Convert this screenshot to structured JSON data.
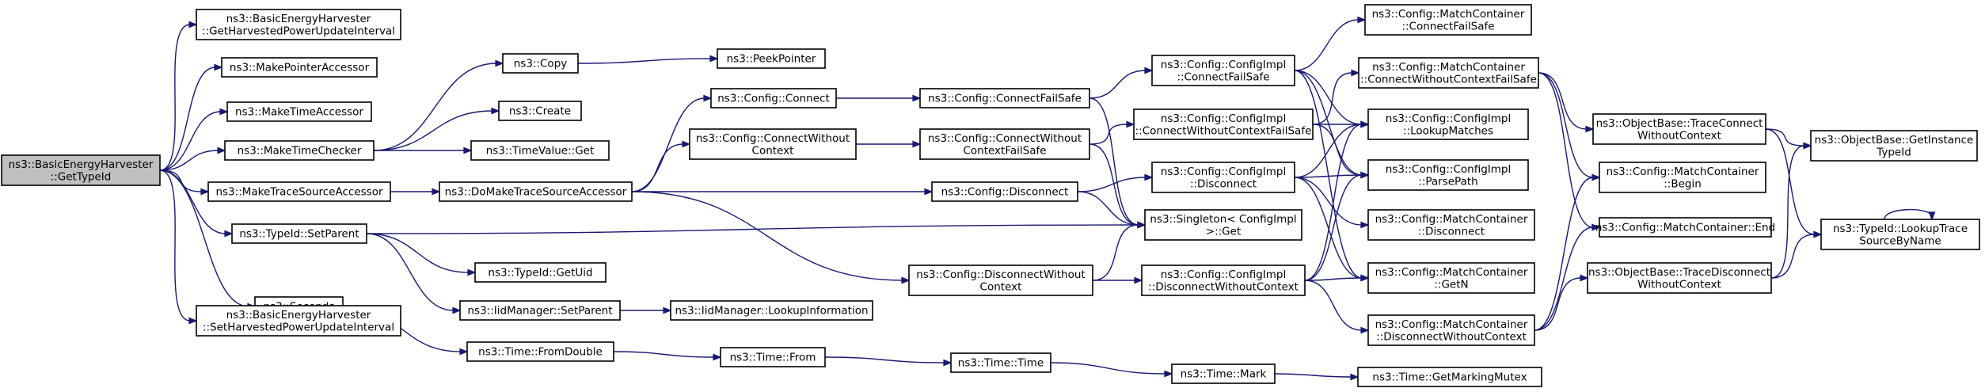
{
  "colors": {
    "edge": "#191970",
    "root_fill": "#bfbfbf",
    "node_fill": "#ffffff",
    "node_border": "#000000"
  },
  "nodes": {
    "root": [
      "ns3::BasicEnergyHarvester",
      "::GetTypeId"
    ],
    "getHarvested": [
      "ns3::BasicEnergyHarvester",
      "::GetHarvestedPowerUpdateInterval"
    ],
    "makePointer": [
      "ns3::MakePointerAccessor"
    ],
    "makeTimeAcc": [
      "ns3::MakeTimeAccessor"
    ],
    "makeTimeChecker": [
      "ns3::MakeTimeChecker"
    ],
    "makeTraceSrc": [
      "ns3::MakeTraceSourceAccessor"
    ],
    "setParent": [
      "ns3::TypeId::SetParent"
    ],
    "seconds": [
      "ns3::Seconds"
    ],
    "setHarvested": [
      "ns3::BasicEnergyHarvester",
      "::SetHarvestedPowerUpdateInterval"
    ],
    "copy": [
      "ns3::Copy"
    ],
    "create": [
      "ns3::Create"
    ],
    "timeValueGet": [
      "ns3::TimeValue::Get"
    ],
    "doMakeTrace": [
      "ns3::DoMakeTraceSourceAccessor"
    ],
    "getUid": [
      "ns3::TypeId::GetUid"
    ],
    "iidSetParent": [
      "ns3::IidManager::SetParent"
    ],
    "fromDouble": [
      "ns3::Time::FromDouble"
    ],
    "peekPointer": [
      "ns3::PeekPointer"
    ],
    "iidLookupInfo": [
      "ns3::IidManager::LookupInformation"
    ],
    "configConnect": [
      "ns3::Config::Connect"
    ],
    "configConnectWOC": [
      "ns3::Config::ConnectWithout",
      "Context"
    ],
    "timeFrom": [
      "ns3::Time::From"
    ],
    "configConnectFS": [
      "ns3::Config::ConnectFailSafe"
    ],
    "configConnectWOCFS": [
      "ns3::Config::ConnectWithout",
      "ContextFailSafe"
    ],
    "configDisconnect": [
      "ns3::Config::Disconnect"
    ],
    "configDisconnectWOC": [
      "ns3::Config::DisconnectWithout",
      "Context"
    ],
    "timeTime": [
      "ns3::Time::Time"
    ],
    "implConnectFS": [
      "ns3::Config::ConfigImpl",
      "::ConnectFailSafe"
    ],
    "implConnectWOCFS": [
      "ns3::Config::ConfigImpl",
      "::ConnectWithoutContextFailSafe"
    ],
    "implDisconnect": [
      "ns3::Config::ConfigImpl",
      "::Disconnect"
    ],
    "singletonGet": [
      "ns3::Singleton< ConfigImpl",
      " >::Get"
    ],
    "implDisconnectWOC": [
      "ns3::Config::ConfigImpl",
      "::DisconnectWithoutContext"
    ],
    "timeMark": [
      "ns3::Time::Mark"
    ],
    "mcConnectFS": [
      "ns3::Config::MatchContainer",
      "::ConnectFailSafe"
    ],
    "mcConnectWOCFS": [
      "ns3::Config::MatchContainer",
      "::ConnectWithoutContextFailSafe"
    ],
    "implLookupMatches": [
      "ns3::Config::ConfigImpl",
      "::LookupMatches"
    ],
    "implParsePath": [
      "ns3::Config::ConfigImpl",
      "::ParsePath"
    ],
    "mcDisconnect": [
      "ns3::Config::MatchContainer",
      "::Disconnect"
    ],
    "mcGetN": [
      "ns3::Config::MatchContainer",
      "::GetN"
    ],
    "mcDisconnectWOC": [
      "ns3::Config::MatchContainer",
      "::DisconnectWithoutContext"
    ],
    "getMarkingMutex": [
      "ns3::Time::GetMarkingMutex"
    ],
    "obTraceConnectWOC": [
      "ns3::ObjectBase::TraceConnect",
      "WithoutContext"
    ],
    "mcBegin": [
      "ns3::Config::MatchContainer",
      "::Begin"
    ],
    "mcEnd": [
      "ns3::Config::MatchContainer::End"
    ],
    "obTraceDisconnectWOC": [
      "ns3::ObjectBase::TraceDisconnect",
      "WithoutContext"
    ],
    "obGetInstanceTypeId": [
      "ns3::ObjectBase::GetInstance",
      "TypeId"
    ],
    "typeIdLookupTrace": [
      "ns3::TypeId::LookupTrace",
      "SourceByName"
    ]
  },
  "edges": [
    [
      "root",
      "getHarvested"
    ],
    [
      "root",
      "makePointer"
    ],
    [
      "root",
      "makeTimeAcc"
    ],
    [
      "root",
      "makeTimeChecker"
    ],
    [
      "root",
      "makeTraceSrc"
    ],
    [
      "root",
      "setParent"
    ],
    [
      "root",
      "seconds"
    ],
    [
      "root",
      "setHarvested"
    ],
    [
      "makeTimeChecker",
      "copy"
    ],
    [
      "makeTimeChecker",
      "create"
    ],
    [
      "makeTimeChecker",
      "timeValueGet"
    ],
    [
      "makeTraceSrc",
      "doMakeTrace"
    ],
    [
      "setParent",
      "getUid"
    ],
    [
      "setParent",
      "iidSetParent"
    ],
    [
      "setParent",
      "singletonGet"
    ],
    [
      "seconds",
      "fromDouble"
    ],
    [
      "copy",
      "peekPointer"
    ],
    [
      "iidSetParent",
      "iidLookupInfo"
    ],
    [
      "fromDouble",
      "timeFrom"
    ],
    [
      "doMakeTrace",
      "configConnect"
    ],
    [
      "doMakeTrace",
      "configConnectWOC"
    ],
    [
      "doMakeTrace",
      "configDisconnect"
    ],
    [
      "doMakeTrace",
      "configDisconnectWOC"
    ],
    [
      "configConnect",
      "configConnectFS"
    ],
    [
      "configConnectWOC",
      "configConnectWOCFS"
    ],
    [
      "timeFrom",
      "timeTime"
    ],
    [
      "configConnectFS",
      "implConnectFS"
    ],
    [
      "configConnectFS",
      "singletonGet"
    ],
    [
      "configConnectWOCFS",
      "implConnectWOCFS"
    ],
    [
      "configConnectWOCFS",
      "singletonGet"
    ],
    [
      "configDisconnect",
      "implDisconnect"
    ],
    [
      "configDisconnect",
      "singletonGet"
    ],
    [
      "configDisconnectWOC",
      "singletonGet"
    ],
    [
      "configDisconnectWOC",
      "implDisconnectWOC"
    ],
    [
      "timeTime",
      "timeMark"
    ],
    [
      "implConnectFS",
      "mcConnectFS"
    ],
    [
      "implConnectFS",
      "implLookupMatches"
    ],
    [
      "implConnectFS",
      "implParsePath"
    ],
    [
      "implConnectFS",
      "mcGetN"
    ],
    [
      "implConnectWOCFS",
      "mcConnectWOCFS"
    ],
    [
      "implConnectWOCFS",
      "implLookupMatches"
    ],
    [
      "implConnectWOCFS",
      "implParsePath"
    ],
    [
      "implDisconnect",
      "implLookupMatches"
    ],
    [
      "implDisconnect",
      "implParsePath"
    ],
    [
      "implDisconnect",
      "mcDisconnect"
    ],
    [
      "implDisconnect",
      "mcGetN"
    ],
    [
      "implDisconnectWOC",
      "implLookupMatches"
    ],
    [
      "implDisconnectWOC",
      "implParsePath"
    ],
    [
      "implDisconnectWOC",
      "mcGetN"
    ],
    [
      "implDisconnectWOC",
      "mcDisconnectWOC"
    ],
    [
      "timeMark",
      "getMarkingMutex"
    ],
    [
      "mcConnectWOCFS",
      "obTraceConnectWOC"
    ],
    [
      "mcConnectWOCFS",
      "mcBegin"
    ],
    [
      "mcConnectWOCFS",
      "mcEnd"
    ],
    [
      "mcDisconnectWOC",
      "mcBegin"
    ],
    [
      "mcDisconnectWOC",
      "mcEnd"
    ],
    [
      "mcDisconnectWOC",
      "obTraceDisconnectWOC"
    ],
    [
      "obTraceConnectWOC",
      "obGetInstanceTypeId"
    ],
    [
      "obTraceConnectWOC",
      "typeIdLookupTrace"
    ],
    [
      "obTraceDisconnectWOC",
      "obGetInstanceTypeId"
    ],
    [
      "obTraceDisconnectWOC",
      "typeIdLookupTrace"
    ],
    [
      "typeIdLookupTrace",
      "typeIdLookupTrace"
    ]
  ]
}
